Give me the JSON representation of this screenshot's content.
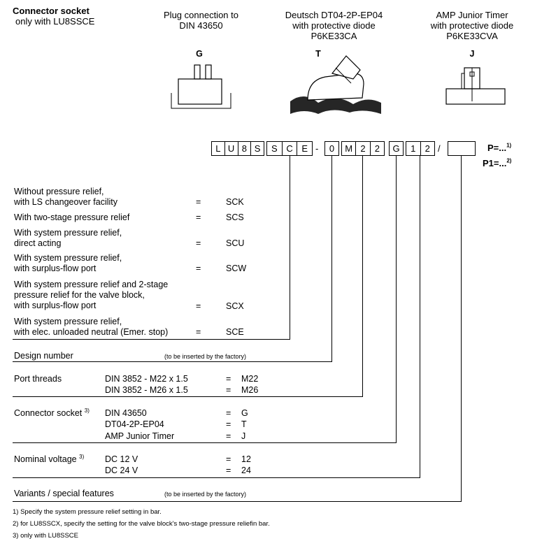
{
  "headers": {
    "connector_socket_title": "Connector socket",
    "connector_socket_sub": "only with LU8SSCE",
    "plug_g_line1": "Plug connection to",
    "plug_g_line2": "DIN 43650",
    "plug_g_letter": "G",
    "deutsch_line1": "Deutsch DT04-2P-EP04",
    "deutsch_line2": "with protective diode",
    "deutsch_line3": "P6KE33CA",
    "deutsch_letter": "T",
    "amp_line1": "AMP Junior Timer",
    "amp_line2": "with protective diode",
    "amp_line3": "P6KE33CVA",
    "amp_letter": "J"
  },
  "code": {
    "g1": [
      "L",
      "U",
      "8",
      "S"
    ],
    "g2": [
      "S",
      "C",
      "E"
    ],
    "dash": "-",
    "g3": [
      "0"
    ],
    "g4": [
      "M",
      "2",
      "2"
    ],
    "g5": [
      "G"
    ],
    "g6": [
      "1",
      "2"
    ],
    "slash": "/",
    "p_label": "P=...",
    "p_sup": "1)",
    "p1_label": "P1=...",
    "p1_sup": "2)"
  },
  "types": [
    {
      "line1": "Without pressure relief,",
      "line2": "with LS changeover facility",
      "eq": "=",
      "code": "SCK"
    },
    {
      "line1": "With two-stage pressure relief",
      "eq": "=",
      "code": "SCS"
    },
    {
      "line1": "With system pressure relief,",
      "line2": "direct acting",
      "eq": "=",
      "code": "SCU"
    },
    {
      "line1": "With system pressure relief,",
      "line2": "with surplus-flow port",
      "eq": "=",
      "code": "SCW"
    },
    {
      "line1": "With system pressure relief and 2-stage",
      "line2": "pressure relief for the valve block,",
      "line3": "with surplus-flow port",
      "eq": "=",
      "code": "SCX"
    },
    {
      "line1": "With system pressure relief,",
      "line2": "with elec. unloaded neutral (Emer. stop)",
      "eq": "=",
      "code": "SCE"
    }
  ],
  "design_number": {
    "label": "Design number",
    "note": "(to be inserted by the factory)"
  },
  "port_threads": {
    "label": "Port threads",
    "rows": [
      {
        "spec": "DIN 3852 - M22 x 1.5",
        "eq": "=",
        "code": "M22"
      },
      {
        "spec": "DIN 3852 - M26 x 1.5",
        "eq": "=",
        "code": "M26"
      }
    ]
  },
  "connector": {
    "label": "Connector socket",
    "sup": "3)",
    "rows": [
      {
        "spec": "DIN 43650",
        "eq": "=",
        "code": "G"
      },
      {
        "spec": "DT04-2P-EP04",
        "eq": "=",
        "code": "T"
      },
      {
        "spec": "AMP Junior Timer",
        "eq": "=",
        "code": "J"
      }
    ]
  },
  "voltage": {
    "label": "Nominal voltage",
    "sup": "3)",
    "rows": [
      {
        "spec": "DC 12 V",
        "eq": "=",
        "code": "12"
      },
      {
        "spec": "DC 24 V",
        "eq": "=",
        "code": "24"
      }
    ]
  },
  "variants": {
    "label": "Variants / special features",
    "note": "(to be inserted by the factory)"
  },
  "footnotes": [
    "1) Specify the system pressure relief setting in bar.",
    "2) for LU8SSCX, specify the setting for the valve block's two-stage pressure reliefin bar.",
    "3) only with LU8SSCE"
  ]
}
